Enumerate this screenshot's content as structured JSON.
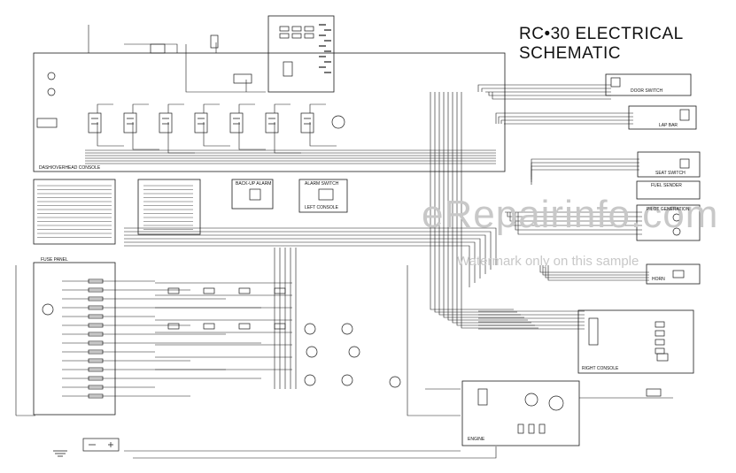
{
  "title": {
    "line1": "RC•30 ELECTRICAL",
    "line2": "SCHEMATIC"
  },
  "watermark": {
    "brand": "eRepairinfo.com",
    "note": "Watermark only on this sample"
  },
  "labels": {
    "dash_console": "DASH/OVERHEAD CONSOLE",
    "fuse_panel": "FUSE PANEL",
    "backup_alarm": "BACK-UP ALARM",
    "alarm_switch": "ALARM SWITCH",
    "left_console": "LEFT CONSOLE",
    "door_switch": "DOOR SWITCH",
    "lap_bar": "LAP BAR",
    "seat_switch": "SEAT SWITCH",
    "fuel_sender": "FUEL SENDER",
    "pilot_generation": "PILOT GENERATION",
    "horn": "HORN",
    "right_console": "RIGHT CONSOLE",
    "engine": "ENGINE"
  },
  "colors": {
    "ink": "#1a1a1a",
    "background": "#ffffff",
    "watermark": "#c8c8c8"
  }
}
